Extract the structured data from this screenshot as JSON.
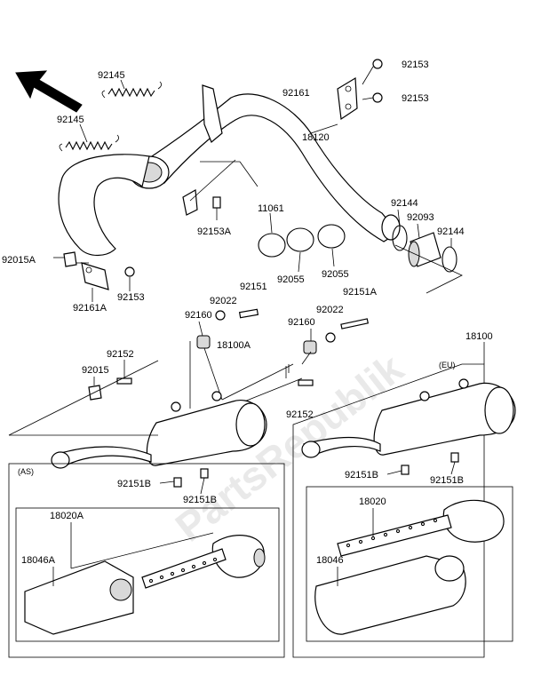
{
  "watermark": "PartsRepublik",
  "labels": {
    "l92145a": "92145",
    "l92145b": "92145",
    "l92153a": "92153",
    "l92153b": "92153",
    "l92161": "92161",
    "l18120": "18120",
    "l11061": "11061",
    "l92144a": "92144",
    "l92093": "92093",
    "l92144b": "92144",
    "l92153A": "92153A",
    "l92015A": "92015A",
    "l92161A": "92161A",
    "l92153c": "92153",
    "l92055a": "92055",
    "l92055b": "92055",
    "l92151": "92151",
    "l92022a": "92022",
    "l92160a": "92160",
    "l92151A": "92151A",
    "l92160b": "92160",
    "l92022b": "92022",
    "l18100A": "18100A",
    "l18100": "18100",
    "l92152a": "92152",
    "l92015": "92015",
    "l92152b": "92152",
    "lEU": "(EU)",
    "lAS": "(AS)",
    "l92151Ba": "92151B",
    "l92151Bb": "92151B",
    "l92151Bc": "92151B",
    "l92151Bd": "92151B",
    "l18020A": "18020A",
    "l18046A": "18046A",
    "l18020": "18020",
    "l18046": "18046"
  }
}
